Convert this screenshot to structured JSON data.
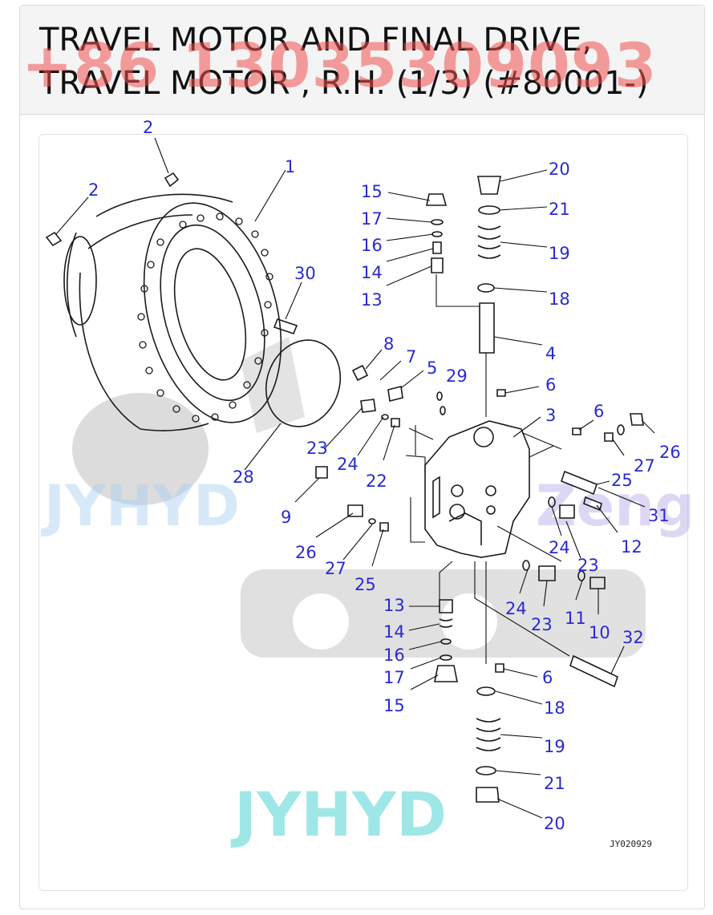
{
  "title": {
    "line1": "TRAVEL MOTOR AND FINAL DRIVE,",
    "line2": "TRAVEL MOTOR , R.H. (1/3) (#80001-)"
  },
  "watermarks": {
    "phone": "+86 13035309093",
    "brand": "JYHYD",
    "mid_text": "JYHYD",
    "zeng_text": "Zeng"
  },
  "drawing_number": "JY020929",
  "colors": {
    "callout": "#2a2ad0",
    "phone_watermark": "#f05050",
    "brand_watermark": "#7fe0e0"
  },
  "callouts": [
    {
      "id": "c2a",
      "label": "2"
    },
    {
      "id": "c2b",
      "label": "2"
    },
    {
      "id": "c1",
      "label": "1"
    },
    {
      "id": "c30",
      "label": "30"
    },
    {
      "id": "c28",
      "label": "28"
    },
    {
      "id": "c15a",
      "label": "15"
    },
    {
      "id": "c17a",
      "label": "17"
    },
    {
      "id": "c16a",
      "label": "16"
    },
    {
      "id": "c14a",
      "label": "14"
    },
    {
      "id": "c13a",
      "label": "13"
    },
    {
      "id": "c20a",
      "label": "20"
    },
    {
      "id": "c21a",
      "label": "21"
    },
    {
      "id": "c19a",
      "label": "19"
    },
    {
      "id": "c18a",
      "label": "18"
    },
    {
      "id": "c4",
      "label": "4"
    },
    {
      "id": "c8",
      "label": "8"
    },
    {
      "id": "c7",
      "label": "7"
    },
    {
      "id": "c5",
      "label": "5"
    },
    {
      "id": "c29",
      "label": "29"
    },
    {
      "id": "c6a",
      "label": "6"
    },
    {
      "id": "c3",
      "label": "3"
    },
    {
      "id": "c6b",
      "label": "6"
    },
    {
      "id": "c26a",
      "label": "26"
    },
    {
      "id": "c27a",
      "label": "27"
    },
    {
      "id": "c25a",
      "label": "25"
    },
    {
      "id": "c31",
      "label": "31"
    },
    {
      "id": "c12",
      "label": "12"
    },
    {
      "id": "c23a",
      "label": "23"
    },
    {
      "id": "c24a",
      "label": "24"
    },
    {
      "id": "c22",
      "label": "22"
    },
    {
      "id": "c9",
      "label": "9"
    },
    {
      "id": "c26b",
      "label": "26"
    },
    {
      "id": "c27b",
      "label": "27"
    },
    {
      "id": "c25b",
      "label": "25"
    },
    {
      "id": "c24b",
      "label": "24"
    },
    {
      "id": "c23b",
      "label": "23"
    },
    {
      "id": "c24c",
      "label": "24"
    },
    {
      "id": "c23c",
      "label": "23"
    },
    {
      "id": "c11",
      "label": "11"
    },
    {
      "id": "c10",
      "label": "10"
    },
    {
      "id": "c32",
      "label": "32"
    },
    {
      "id": "c13b",
      "label": "13"
    },
    {
      "id": "c14b",
      "label": "14"
    },
    {
      "id": "c16b",
      "label": "16"
    },
    {
      "id": "c17b",
      "label": "17"
    },
    {
      "id": "c15b",
      "label": "15"
    },
    {
      "id": "c6c",
      "label": "6"
    },
    {
      "id": "c18b",
      "label": "18"
    },
    {
      "id": "c19b",
      "label": "19"
    },
    {
      "id": "c21b",
      "label": "21"
    },
    {
      "id": "c20b",
      "label": "20"
    }
  ]
}
